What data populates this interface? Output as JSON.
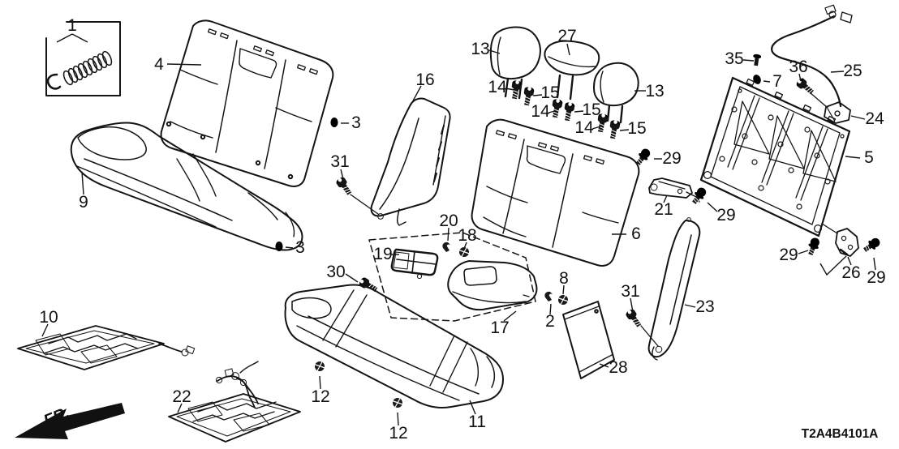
{
  "diagram": {
    "part_code": "T2A4B4101A",
    "direction_label": "FR.",
    "background_color": "#ffffff",
    "line_color": "#141414"
  },
  "callouts": [
    {
      "part": "1"
    },
    {
      "part": "4"
    },
    {
      "part": "16"
    },
    {
      "part": "13"
    },
    {
      "part": "27"
    },
    {
      "part": "13"
    },
    {
      "part": "14"
    },
    {
      "part": "15"
    },
    {
      "part": "14"
    },
    {
      "part": "15"
    },
    {
      "part": "14"
    },
    {
      "part": "15"
    },
    {
      "part": "35"
    },
    {
      "part": "36"
    },
    {
      "part": "25"
    },
    {
      "part": "7"
    },
    {
      "part": "24"
    },
    {
      "part": "5"
    },
    {
      "part": "3"
    },
    {
      "part": "31"
    },
    {
      "part": "29"
    },
    {
      "part": "21"
    },
    {
      "part": "29"
    },
    {
      "part": "9"
    },
    {
      "part": "3"
    },
    {
      "part": "6"
    },
    {
      "part": "20"
    },
    {
      "part": "18"
    },
    {
      "part": "19"
    },
    {
      "part": "30"
    },
    {
      "part": "8"
    },
    {
      "part": "2"
    },
    {
      "part": "17"
    },
    {
      "part": "29"
    },
    {
      "part": "26"
    },
    {
      "part": "29"
    },
    {
      "part": "31"
    },
    {
      "part": "23"
    },
    {
      "part": "28"
    },
    {
      "part": "10"
    },
    {
      "part": "22"
    },
    {
      "part": "12"
    },
    {
      "part": "12"
    },
    {
      "part": "11"
    }
  ]
}
